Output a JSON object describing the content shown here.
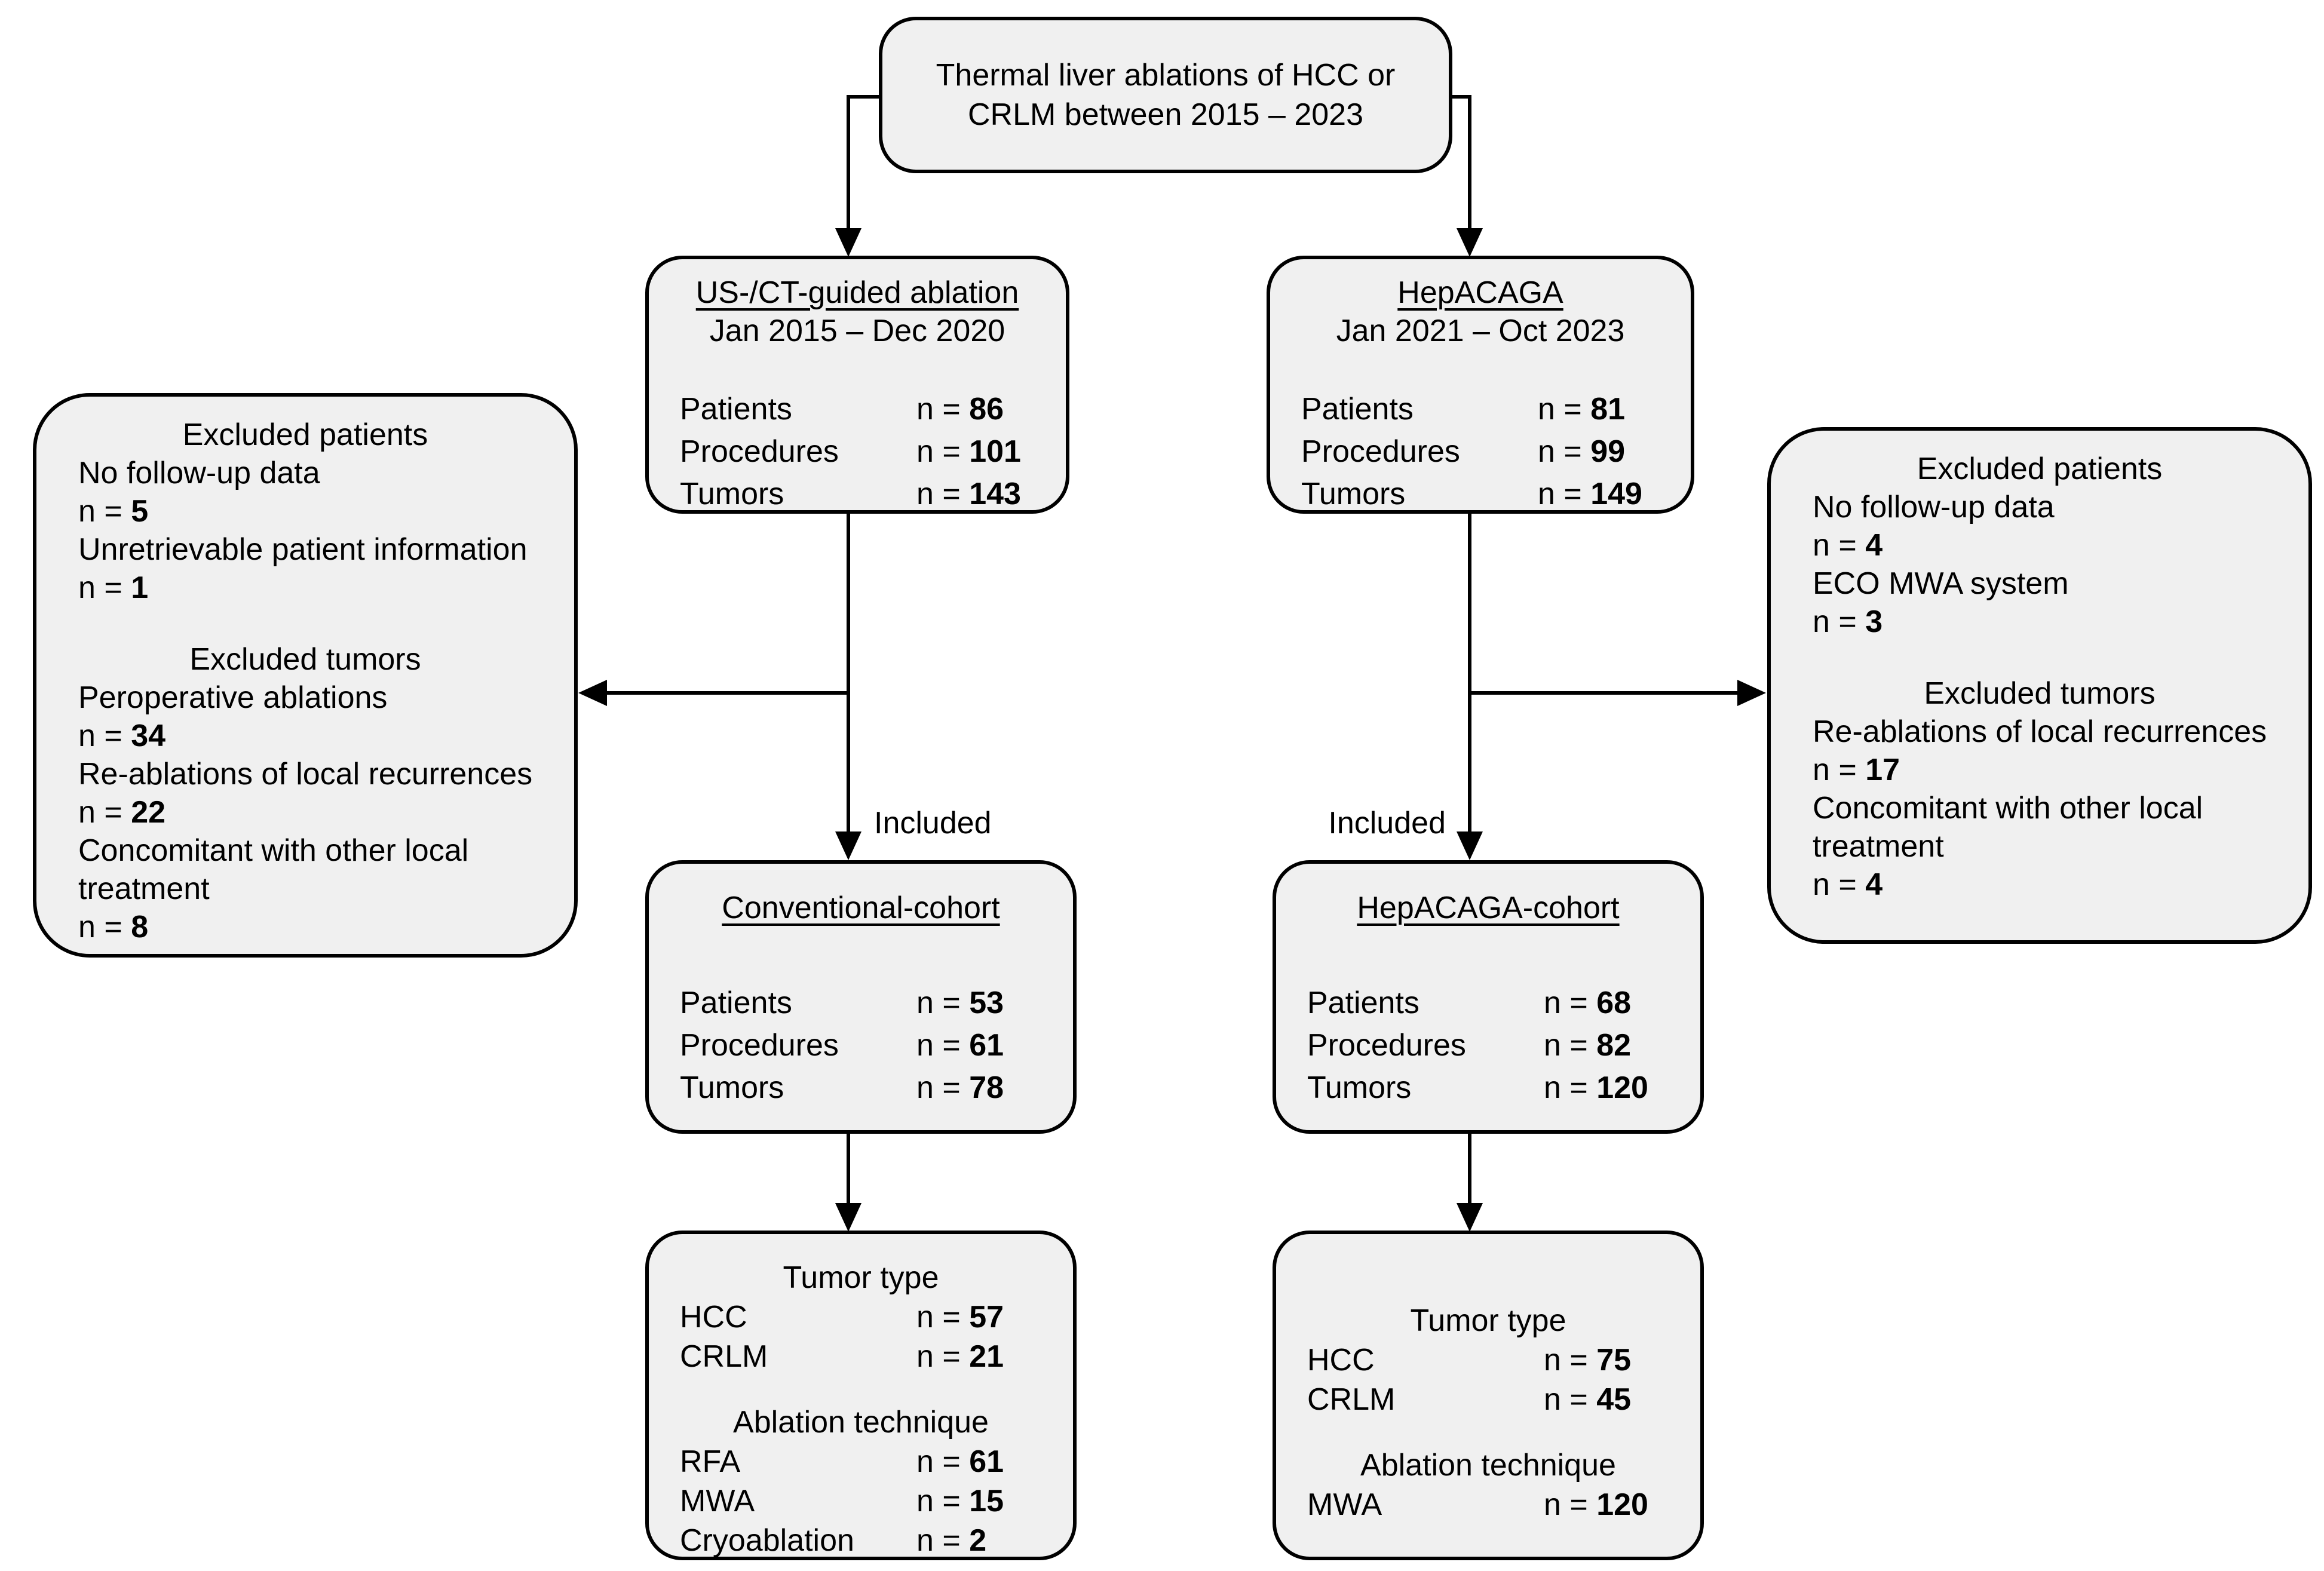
{
  "colors": {
    "box_fill": "#f0f0f0",
    "box_border": "#000000",
    "text": "#000000",
    "background": "#ffffff"
  },
  "top_box": {
    "line1": "Thermal liver ablations of HCC or",
    "line2": "CRLM between 2015 – 2023"
  },
  "left": {
    "source": {
      "title": "US-/CT-guided ablation",
      "subtitle": "Jan 2015 – Dec 2020",
      "rows": [
        {
          "label": "Patients",
          "prefix": "n = ",
          "value": "86"
        },
        {
          "label": "Procedures",
          "prefix": "n = ",
          "value": "101"
        },
        {
          "label": "Tumors",
          "prefix": "n = ",
          "value": "143"
        }
      ]
    },
    "excluded": {
      "patients_header": "Excluded patients",
      "patient_items": [
        {
          "label": "No follow-up data",
          "prefix": "n = ",
          "value": "5"
        },
        {
          "label": "Unretrievable patient information",
          "prefix": "n = ",
          "value": "1"
        }
      ],
      "tumors_header": "Excluded tumors",
      "tumor_items": [
        {
          "label": "Peroperative ablations",
          "prefix": "n = ",
          "value": "34"
        },
        {
          "label": "Re-ablations of local recurrences",
          "prefix": "n = ",
          "value": "22"
        },
        {
          "label": "Concomitant with other local treatment",
          "prefix": "n = ",
          "value": "8"
        }
      ]
    },
    "included_label": "Included",
    "cohort": {
      "title": "Conventional-cohort",
      "rows": [
        {
          "label": "Patients",
          "prefix": "n = ",
          "value": "53"
        },
        {
          "label": "Procedures",
          "prefix": "n = ",
          "value": "61"
        },
        {
          "label": "Tumors",
          "prefix": "n = ",
          "value": "78"
        }
      ]
    },
    "detail": {
      "tumor_header": "Tumor type",
      "tumor_rows": [
        {
          "label": "HCC",
          "prefix": "n = ",
          "value": "57"
        },
        {
          "label": "CRLM",
          "prefix": "n = ",
          "value": "21"
        }
      ],
      "technique_header": "Ablation technique",
      "technique_rows": [
        {
          "label": "RFA",
          "prefix": "n = ",
          "value": "61"
        },
        {
          "label": "MWA",
          "prefix": "n = ",
          "value": "15"
        },
        {
          "label": "Cryoablation",
          "prefix": "n = ",
          "value": "2"
        }
      ]
    }
  },
  "right": {
    "source": {
      "title": "HepACAGA",
      "subtitle": "Jan 2021 – Oct 2023",
      "rows": [
        {
          "label": "Patients",
          "prefix": "n = ",
          "value": "81"
        },
        {
          "label": "Procedures",
          "prefix": "n = ",
          "value": "99"
        },
        {
          "label": "Tumors",
          "prefix": "n = ",
          "value": "149"
        }
      ]
    },
    "excluded": {
      "patients_header": "Excluded patients",
      "patient_items": [
        {
          "label": "No follow-up data",
          "prefix": "n = ",
          "value": "4"
        },
        {
          "label": "ECO MWA system",
          "prefix": "n = ",
          "value": "3"
        }
      ],
      "tumors_header": "Excluded tumors",
      "tumor_items": [
        {
          "label": "Re-ablations of local recurrences",
          "prefix": "n = ",
          "value": "17"
        },
        {
          "label": "Concomitant with other local treatment",
          "prefix": "n = ",
          "value": "4"
        }
      ]
    },
    "included_label": "Included",
    "cohort": {
      "title": "HepACAGA-cohort",
      "rows": [
        {
          "label": "Patients",
          "prefix": "n = ",
          "value": "68"
        },
        {
          "label": "Procedures",
          "prefix": "n = ",
          "value": "82"
        },
        {
          "label": "Tumors",
          "prefix": "n = ",
          "value": "120"
        }
      ]
    },
    "detail": {
      "tumor_header": "Tumor type",
      "tumor_rows": [
        {
          "label": "HCC",
          "prefix": "n = ",
          "value": "75"
        },
        {
          "label": "CRLM",
          "prefix": "n = ",
          "value": "45"
        }
      ],
      "technique_header": "Ablation technique",
      "technique_rows": [
        {
          "label": "MWA",
          "prefix": "n = ",
          "value": "120"
        }
      ]
    }
  }
}
